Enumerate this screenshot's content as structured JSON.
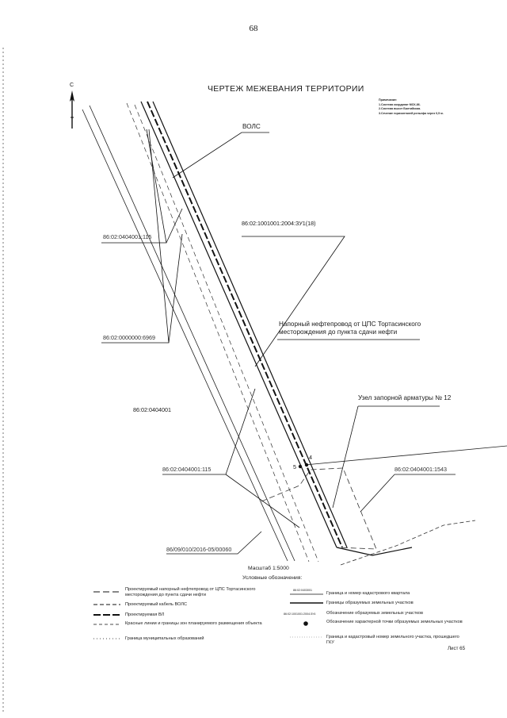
{
  "page_number": "68",
  "title": "ЧЕРТЕЖ МЕЖЕВАНИЯ ТЕРРИТОРИИ",
  "notes": {
    "heading": "Примечание:",
    "items": [
      "1.Система координат МСК-86.",
      "2.Система высот Балтийская.",
      "3.Сечение горизонталей рельефа через 0,5 м."
    ]
  },
  "compass": {
    "north_label": "С"
  },
  "map": {
    "labels": {
      "fiber_optic": "ВОЛС",
      "parcel_zu1": "86:02:1001001:2004:ЗУ1(18)",
      "parcel_115_upper": "86:02:0404001:115",
      "parcel_6969": "86:02:0000000:6969",
      "pipeline": "Напорный нефтепровод от ЦПС Тортасинского месторождения до пункта сдачи нефти",
      "quarter": "86:02:0404001",
      "valve_node": "Узел запорной арматуры № 12",
      "parcel_115_lower": "86:02:0404001:115",
      "parcel_1543": "86:02:0404001:1543",
      "parcel_00060": "86/09/010/2016-05/00060",
      "point_4": "4",
      "point_5": "5"
    }
  },
  "scale": "Масштаб 1:5000",
  "legend": {
    "title": "Условные обозначения:",
    "left": [
      {
        "symbol": "long-dash",
        "text": "Проектируемый напорный нефтепровод от ЦПС Тортасинского месторождения до пункта сдачи нефти"
      },
      {
        "symbol": "dash",
        "text": "Проектируемый кабель ВОЛС"
      },
      {
        "symbol": "bold-dash",
        "text": "Проектируемая ВЛ"
      },
      {
        "symbol": "thin-dash",
        "text": "Красные линии и границы зон планируемого размещения объекта"
      },
      {
        "symbol": "dot-line",
        "text": "Граница муниципальных образований"
      }
    ],
    "right": [
      {
        "code": "86:02:0403001",
        "text": "Граница и номер кадастрового квартала"
      },
      {
        "code": "",
        "text": "Границы образуемых земельных участков"
      },
      {
        "code": "86:02:1001001:2004:ЗУ4",
        "text": "Обозначение образуемых земельных участков"
      },
      {
        "code": "",
        "text": "Обозначение характерной точки образуемых земельных участков"
      },
      {
        "code": "",
        "text": "Граница и кадастровый номер земельного участка, прошедшего ГКУ"
      }
    ]
  },
  "sheet": "Лист 65"
}
